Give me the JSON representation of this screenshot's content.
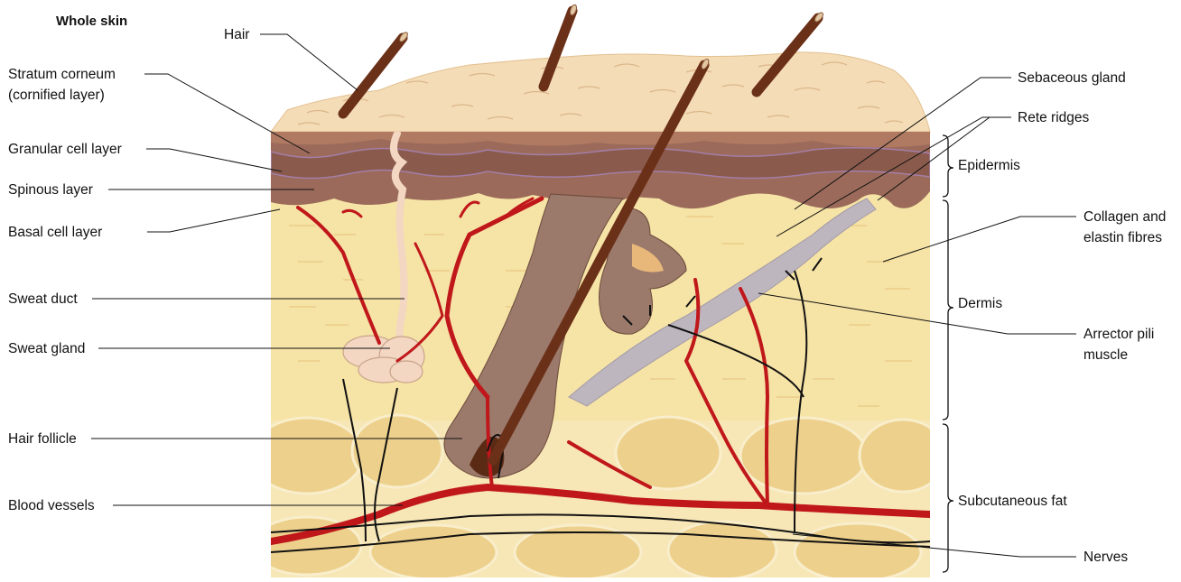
{
  "figure": {
    "title": "Whole skin",
    "colors": {
      "stratum_corneum": "#f4dcb6",
      "epidermis": "#9b6a5a",
      "dermis": "#f6e3a6",
      "subcutaneous_fat": "#f1d89a",
      "blood_vessel": "#c0171b",
      "nerve": "#111111",
      "hair": "#6b3018",
      "muscle": "#b9b2c2",
      "sweat_gland": "#f3d7c2"
    }
  },
  "labels_left": {
    "hair": "Hair",
    "stratum_corneum_1": "Stratum corneum",
    "stratum_corneum_2": "(cornified layer)",
    "granular": "Granular cell layer",
    "spinous": "Spinous layer",
    "basal": "Basal cell layer",
    "sweat_duct": "Sweat duct",
    "sweat_gland": "Sweat gland",
    "hair_follicle": "Hair follicle",
    "blood_vessels": "Blood vessels"
  },
  "labels_right": {
    "sebaceous": "Sebaceous gland",
    "rete": "Rete ridges",
    "collagen_1": "Collagen and",
    "collagen_2": "elastin fibres",
    "arrector_1": "Arrector pili",
    "arrector_2": "muscle",
    "nerves": "Nerves"
  },
  "layers": {
    "epidermis": "Epidermis",
    "dermis": "Dermis",
    "subcutaneous_fat": "Subcutaneous fat"
  }
}
